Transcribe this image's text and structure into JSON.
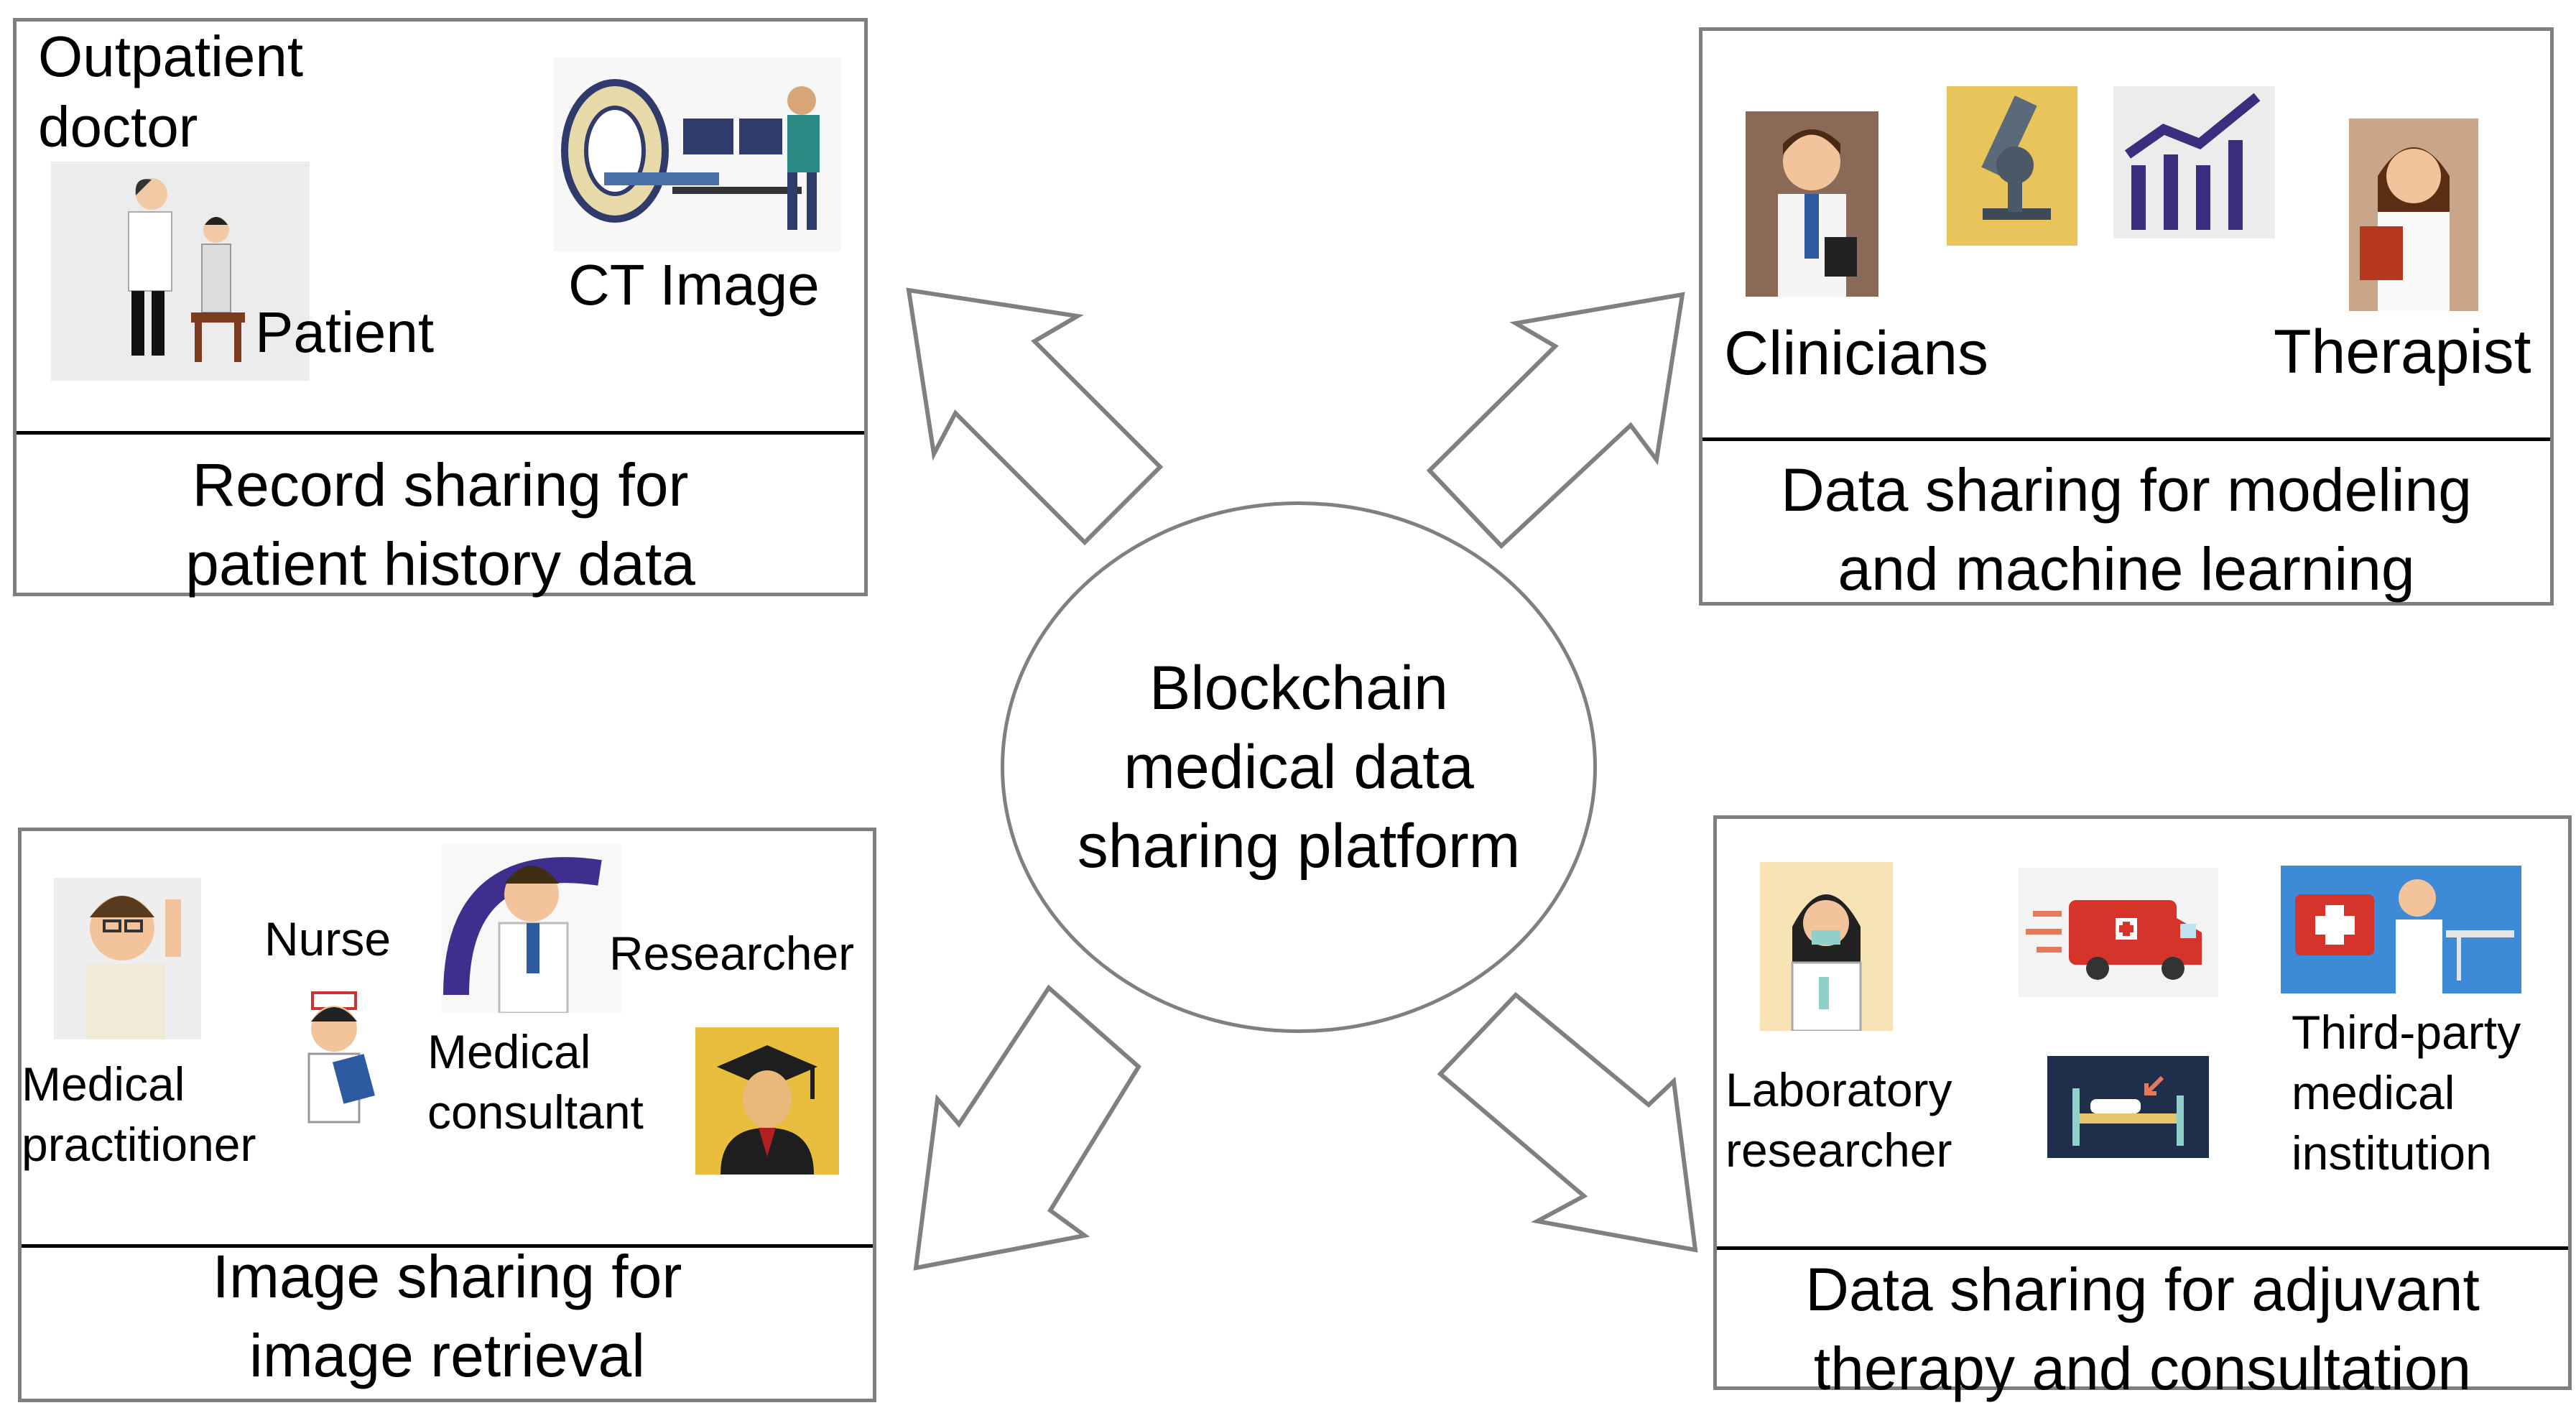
{
  "center": {
    "lines": [
      "Blockchain",
      "medical data",
      "sharing platform"
    ]
  },
  "panels": {
    "top_left": {
      "labels": {
        "outpatient_doctor": [
          "Outpatient",
          "doctor"
        ],
        "patient": "Patient",
        "ct_image": "CT Image"
      },
      "caption": [
        "Record sharing for",
        "patient history data"
      ]
    },
    "top_right": {
      "labels": {
        "clinicians": "Clinicians",
        "therapist": "Therapist"
      },
      "caption": [
        "Data sharing for modeling",
        "and machine learning"
      ]
    },
    "bottom_left": {
      "labels": {
        "medical_practitioner": [
          "Medical",
          "practitioner"
        ],
        "nurse": "Nurse",
        "medical_consultant": [
          "Medical",
          "consultant"
        ],
        "researcher": "Researcher"
      },
      "caption": [
        "Image sharing for",
        "image retrieval"
      ]
    },
    "bottom_right": {
      "labels": {
        "laboratory_researcher": [
          "Laboratory",
          "researcher"
        ],
        "third_party": [
          "Third-party",
          "medical",
          "institution"
        ]
      },
      "caption": [
        "Data sharing for adjuvant",
        "therapy and consultation"
      ]
    }
  },
  "icons": [
    "doctor-patient-icon",
    "ct-scanner-icon",
    "clinician-icon",
    "microscope-icon",
    "bar-chart-icon",
    "therapist-icon",
    "medical-practitioner-icon",
    "nurse-icon",
    "medical-consultant-icon",
    "graduate-researcher-icon",
    "lab-researcher-icon",
    "ambulance-icon",
    "hospital-bed-icon",
    "medical-institution-icon"
  ],
  "colors": {
    "border": "#7f7f7f",
    "divider": "#000000",
    "chart_purple": "#3b2e7e",
    "microscope_bg": "#e8c45a",
    "graduate_bg": "#e9bd3e"
  }
}
